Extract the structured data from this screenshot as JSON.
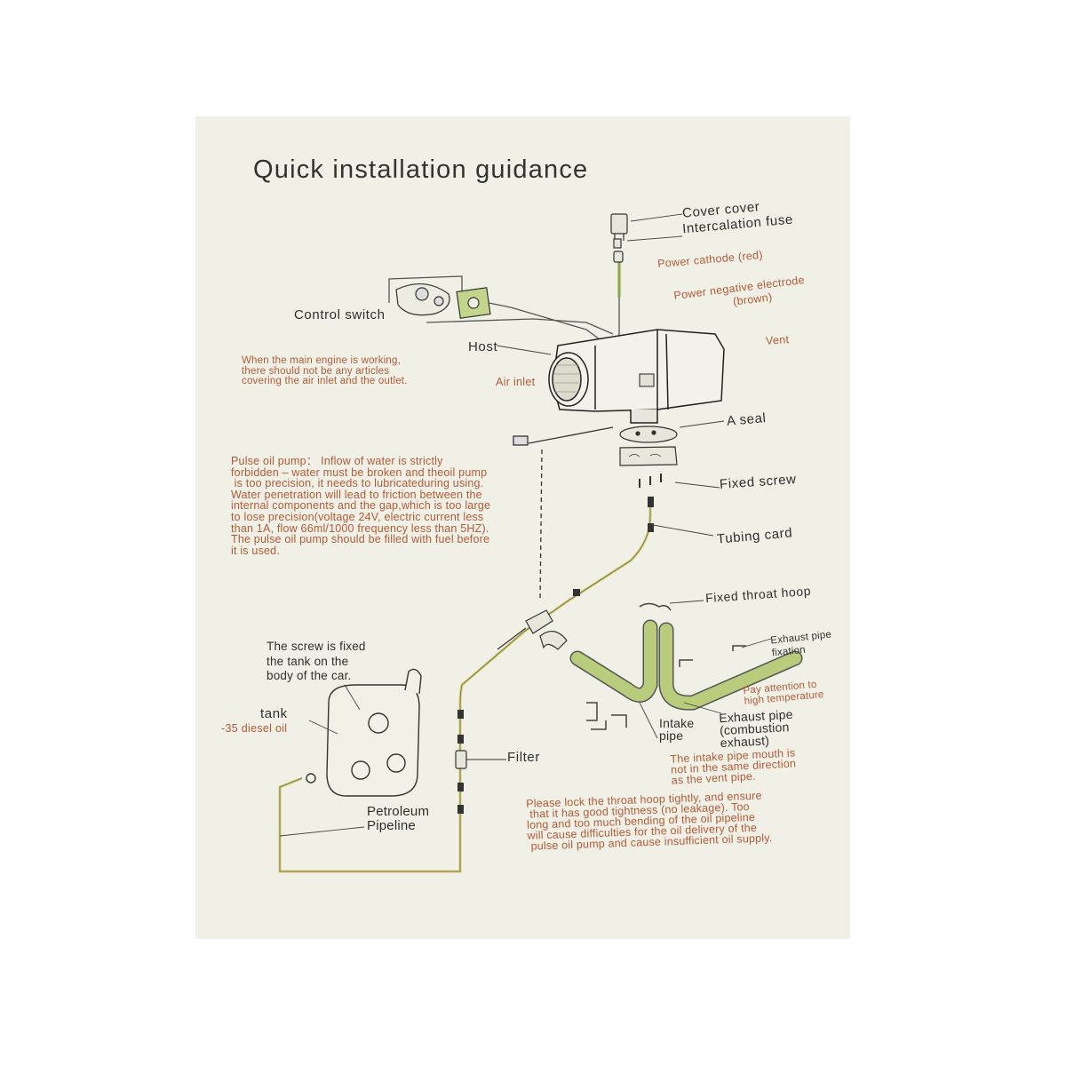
{
  "title": "Quick installation guidance",
  "labels": {
    "cover_cover": "Cover cover",
    "intercalation_fuse": "Intercalation fuse",
    "power_cathode": "Power cathode (red)",
    "power_negative": "Power negative electrode",
    "power_negative_color": "(brown)",
    "control_switch": "Control switch",
    "host": "Host",
    "vent": "Vent",
    "air_inlet": "Air inlet",
    "a_seal": "A seal",
    "fixed_screw": "Fixed screw",
    "tubing_card": "Tubing card",
    "fixed_throat_hoop": "Fixed throat hoop",
    "exhaust_pipe_fixation": "Exhaust pipe\nfixation",
    "pay_attention": "Pay attention to\nhigh temperature",
    "exhaust_pipe": "Exhaust pipe\n(combustion\nexhaust)",
    "intake_pipe": "Intake\npipe",
    "tank": "tank",
    "tank_fuel": "-35 diesel oil",
    "screw_fixed": "The screw is fixed\nthe tank on the\nbody of the car.",
    "filter": "Filter",
    "petroleum_pipeline": "Petroleum\nPipeline"
  },
  "notes": {
    "main_engine": "When the main engine is working,\nthere should not be any articles\ncovering the air inlet and the outlet.",
    "pulse_pump": "Pulse oil pump： Inflow of water is strictly\nforbidden – water must be broken and theoil pump\n is too precision, it needs to lubricateduring using.\nWater penetration will lead to friction between the\ninternal components and the gap,which is too large\nto lose precision(voltage 24V, electric current less\nthan 1A, flow 66ml/1000 frequency less than 5HZ).\nThe pulse oil pump should be filled with fuel before\nit is used.",
    "intake_mouth": "The intake pipe mouth is\nnot in the same direction\nas the vent pipe.",
    "lock_hoop": "Please lock the throat hoop tightly, and ensure\n that it has good tightness (no leakage). Too\nlong and too much bending of the oil pipeline\nwill cause difficulties for the oil delivery of the\n pulse oil pump and cause insufficient oil supply."
  },
  "colors": {
    "paper": "#f1f0e6",
    "label_text": "#2e2e2e",
    "note_text": "#b25a36",
    "pipe_green": "#b9cc7c",
    "fuel_line": "#d6cf6a"
  }
}
